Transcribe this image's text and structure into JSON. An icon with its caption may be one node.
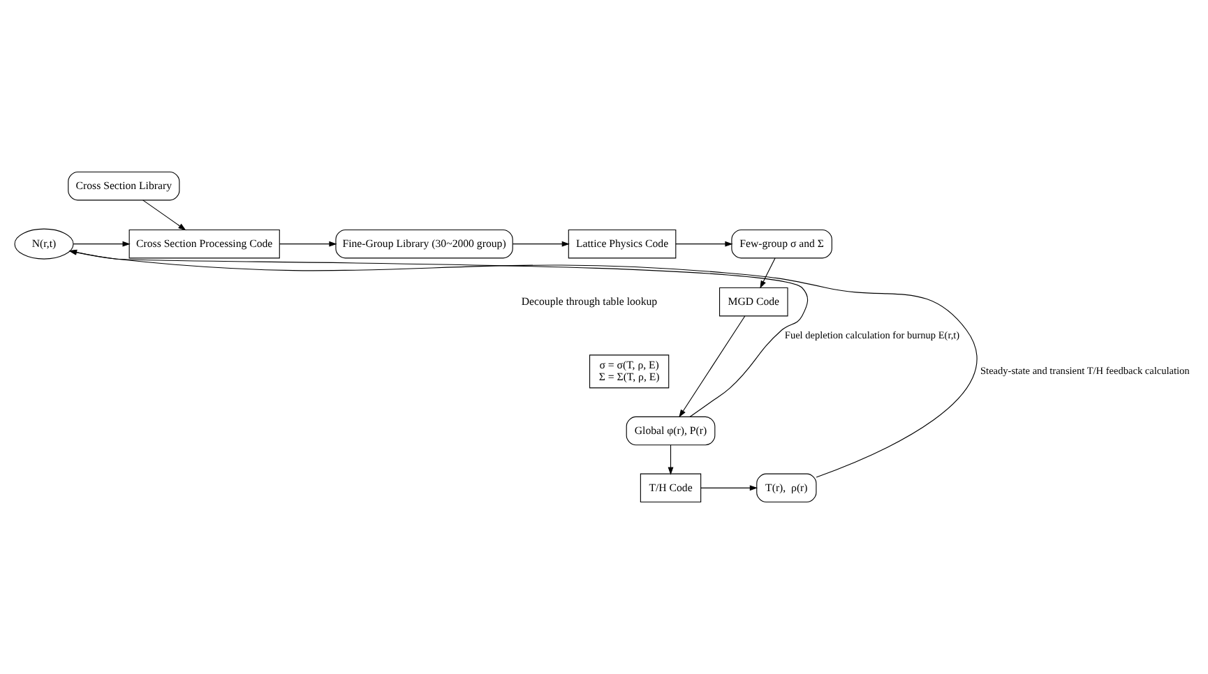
{
  "diagram": {
    "nodes": [
      {
        "text": [
          "N(r,t)"
        ]
      },
      {
        "text": [
          "Cross Section Library"
        ]
      },
      {
        "text": [
          "Cross Section Processing Code"
        ]
      },
      {
        "text": [
          "Fine-Group Library (30~2000 group)"
        ]
      },
      {
        "text": [
          "Lattice Physics Code"
        ]
      },
      {
        "text": [
          "Few-group σ and Σ"
        ]
      },
      {
        "text": [
          "σ = σ(T, ρ, E)",
          "Σ = Σ(T, ρ, E)"
        ]
      },
      {
        "text": [
          "MGD Code"
        ]
      },
      {
        "text": [
          "Global φ(r), P(r)"
        ]
      },
      {
        "text": [
          "T/H Code"
        ]
      },
      {
        "text": [
          "T(r),  ρ(r)"
        ]
      }
    ],
    "edges": [
      {
        "from": 0,
        "to": 2,
        "arrow": "to"
      },
      {
        "from": 1,
        "to": 2,
        "arrow": "to"
      },
      {
        "from": 2,
        "to": 3,
        "arrow": "to"
      },
      {
        "from": 3,
        "to": 4,
        "arrow": "to"
      },
      {
        "from": 4,
        "to": 5,
        "arrow": "to"
      },
      {
        "from": 5,
        "to": 7,
        "arrow": "to"
      },
      {
        "from": 7,
        "to": 8,
        "arrow": "to"
      },
      {
        "from": 8,
        "to": 0,
        "arrow": "to",
        "label": "Fuel depletion calculation for burnup E(r,t)"
      },
      {
        "from": 8,
        "to": 9,
        "arrow": "to"
      },
      {
        "from": 9,
        "to": 10,
        "arrow": "to"
      },
      {
        "from": 10,
        "to": 0,
        "arrow": "to",
        "label": "Steady-state and transient T/H feedback calculation"
      }
    ],
    "labels": [
      "Decouple through table lookup"
    ]
  }
}
